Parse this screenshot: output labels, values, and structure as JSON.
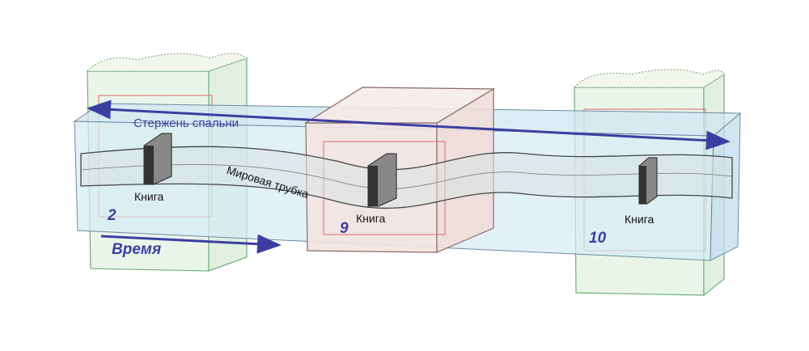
{
  "labels": {
    "rod": "Стержень спальни",
    "world_tube": "Мировая трубка",
    "book_1": "Книга",
    "book_2": "Книга",
    "book_3": "Книга",
    "time": "Время"
  },
  "blocks": [
    {
      "number": "2"
    },
    {
      "number": "9"
    },
    {
      "number": "10"
    }
  ],
  "colors": {
    "arrow_blue": "#3b3fa0",
    "rod_fill": "#cfe6f2",
    "block_green": "#6fae7c",
    "block_red": "#e06a6a"
  }
}
